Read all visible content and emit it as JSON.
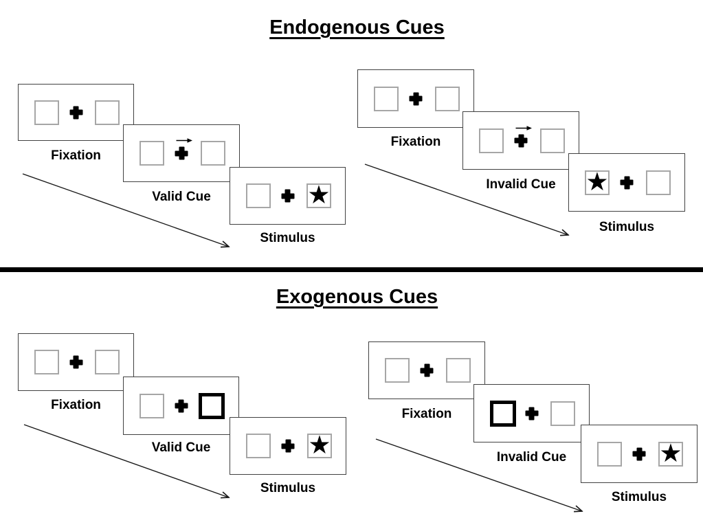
{
  "sections": [
    {
      "title": "Endogenous Cues",
      "groups": [
        {
          "validity": "valid",
          "cue_style": "central arrow pointing right",
          "stimulus_side": "right",
          "panels": [
            {
              "label": "Fixation"
            },
            {
              "label": "Valid Cue"
            },
            {
              "label": "Stimulus"
            }
          ]
        },
        {
          "validity": "invalid",
          "cue_style": "central arrow pointing right",
          "stimulus_side": "left",
          "panels": [
            {
              "label": "Fixation"
            },
            {
              "label": "Invalid Cue"
            },
            {
              "label": "Stimulus"
            }
          ]
        }
      ]
    },
    {
      "title": "Exogenous Cues",
      "groups": [
        {
          "validity": "valid",
          "cue_style": "right box highlighted bold",
          "stimulus_side": "right",
          "panels": [
            {
              "label": "Fixation"
            },
            {
              "label": "Valid Cue"
            },
            {
              "label": "Stimulus"
            }
          ]
        },
        {
          "validity": "invalid",
          "cue_style": "left box highlighted bold",
          "stimulus_side": "right",
          "panels": [
            {
              "label": "Fixation"
            },
            {
              "label": "Invalid Cue"
            },
            {
              "label": "Stimulus"
            }
          ]
        }
      ]
    }
  ],
  "glyphs": {
    "star": "★"
  },
  "colors": {
    "background": "#ffffff",
    "ink": "#000000",
    "panel_border": "#404040",
    "box_border": "#a6a6a6"
  }
}
